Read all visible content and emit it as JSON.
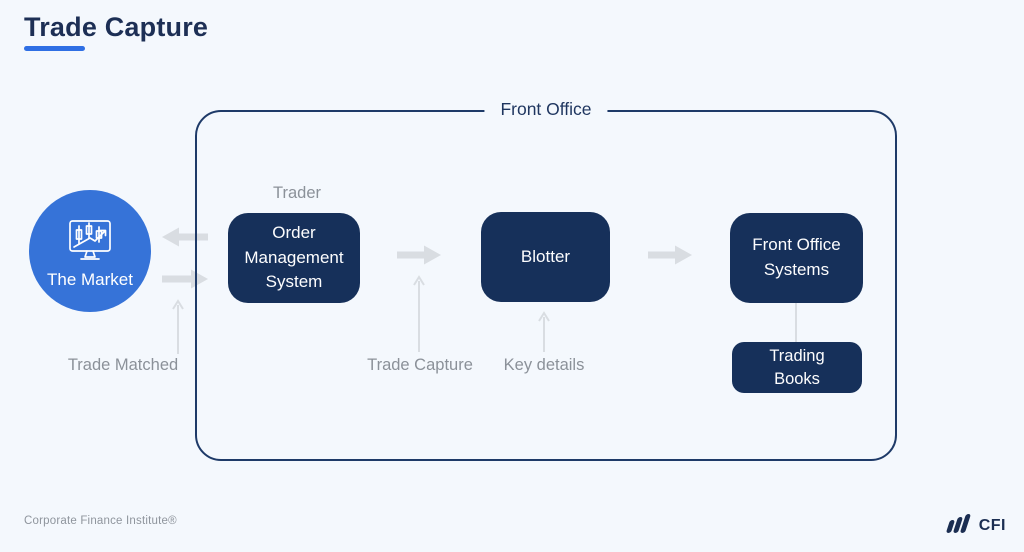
{
  "page": {
    "title": "Trade Capture"
  },
  "diagram": {
    "container_label": "Front Office",
    "market": {
      "label": "The Market",
      "icon": "market-monitor-candlestick-icon"
    },
    "nodes": [
      {
        "id": "oms",
        "label": "Order Management System"
      },
      {
        "id": "blotter",
        "label": "Blotter"
      },
      {
        "id": "fos",
        "label": "Front Office Systems"
      },
      {
        "id": "trading_books",
        "label": "Trading Books"
      }
    ],
    "annotations": [
      {
        "id": "trader",
        "label": "Trader"
      },
      {
        "id": "trade_matched",
        "label": "Trade Matched"
      },
      {
        "id": "trade_capture",
        "label": "Trade Capture"
      },
      {
        "id": "key_details",
        "label": "Key details"
      }
    ],
    "flow": [
      "The Market <-> Order Management System",
      "Order Management System -> Blotter",
      "Blotter -> Front Office Systems",
      "Front Office Systems -- Trading Books"
    ],
    "colors": {
      "background": "#f4f8fd",
      "node_navy": "#16305a",
      "container_border": "#1e3a68",
      "market_blue": "#3673d8",
      "title_underline": "#2f6fe4",
      "arrow_gray": "#d9dde2",
      "label_gray": "#8b9199"
    }
  },
  "footer": {
    "text": "Corporate Finance Institute®",
    "logo_text": "CFI"
  }
}
